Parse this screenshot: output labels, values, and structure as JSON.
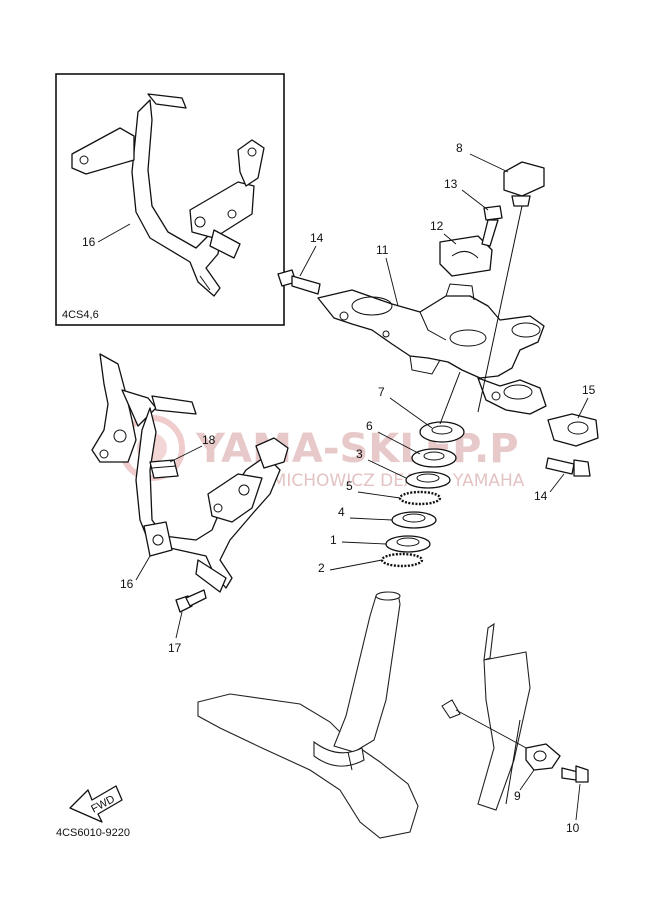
{
  "diagram": {
    "inset_label": "4CS4,6",
    "diagram_code": "4CS6010-9220",
    "fwd_label": "FWD",
    "watermark": {
      "title": "YAMA-SKLEP.P",
      "subtitle": "W. MICHOWICZ DEALER YAMAHA"
    },
    "callouts": {
      "c1": "1",
      "c2": "2",
      "c3": "3",
      "c4": "4",
      "c5": "5",
      "c6": "6",
      "c7": "7",
      "c8": "8",
      "c9": "9",
      "c10": "10",
      "c11": "11",
      "c12": "12",
      "c13": "13",
      "c14a": "14",
      "c14b": "14",
      "c15": "15",
      "c16a": "16",
      "c16b": "16",
      "c17": "17",
      "c18": "18"
    }
  }
}
